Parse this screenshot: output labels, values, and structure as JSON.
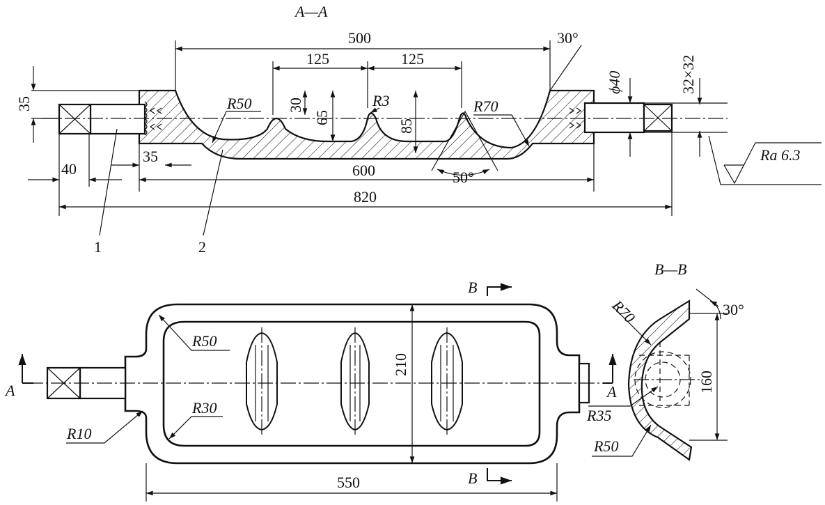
{
  "views": {
    "section_aa": {
      "title": "A—A"
    },
    "plan_view": {
      "cut_label_a": "A",
      "cut_label_b": "B"
    },
    "section_bb": {
      "title": "B—B"
    }
  },
  "dimensions": {
    "d500": "500",
    "d30deg": "30°",
    "d125a": "125",
    "d125b": "125",
    "d35_left": "35",
    "d30": "30",
    "d65": "65",
    "d85": "85",
    "dphi40": "ϕ40",
    "d32x32": "32×32",
    "r50_top": "R50",
    "r3": "R3",
    "r70_top": "R70",
    "d40": "40",
    "d35_bottom": "35",
    "d600": "600",
    "d50deg": "50°",
    "d820": "820",
    "ra": "Ra 6.3",
    "r50_plan": "R50",
    "r30_plan": "R30",
    "r10_plan": "R10",
    "d210": "210",
    "d550": "550",
    "r70_bb": "R70",
    "d30deg_bb": "30°",
    "d160": "160",
    "r35_bb": "R35",
    "r50_bb": "R50"
  },
  "part_labels": {
    "p1": "1",
    "p2": "2"
  }
}
